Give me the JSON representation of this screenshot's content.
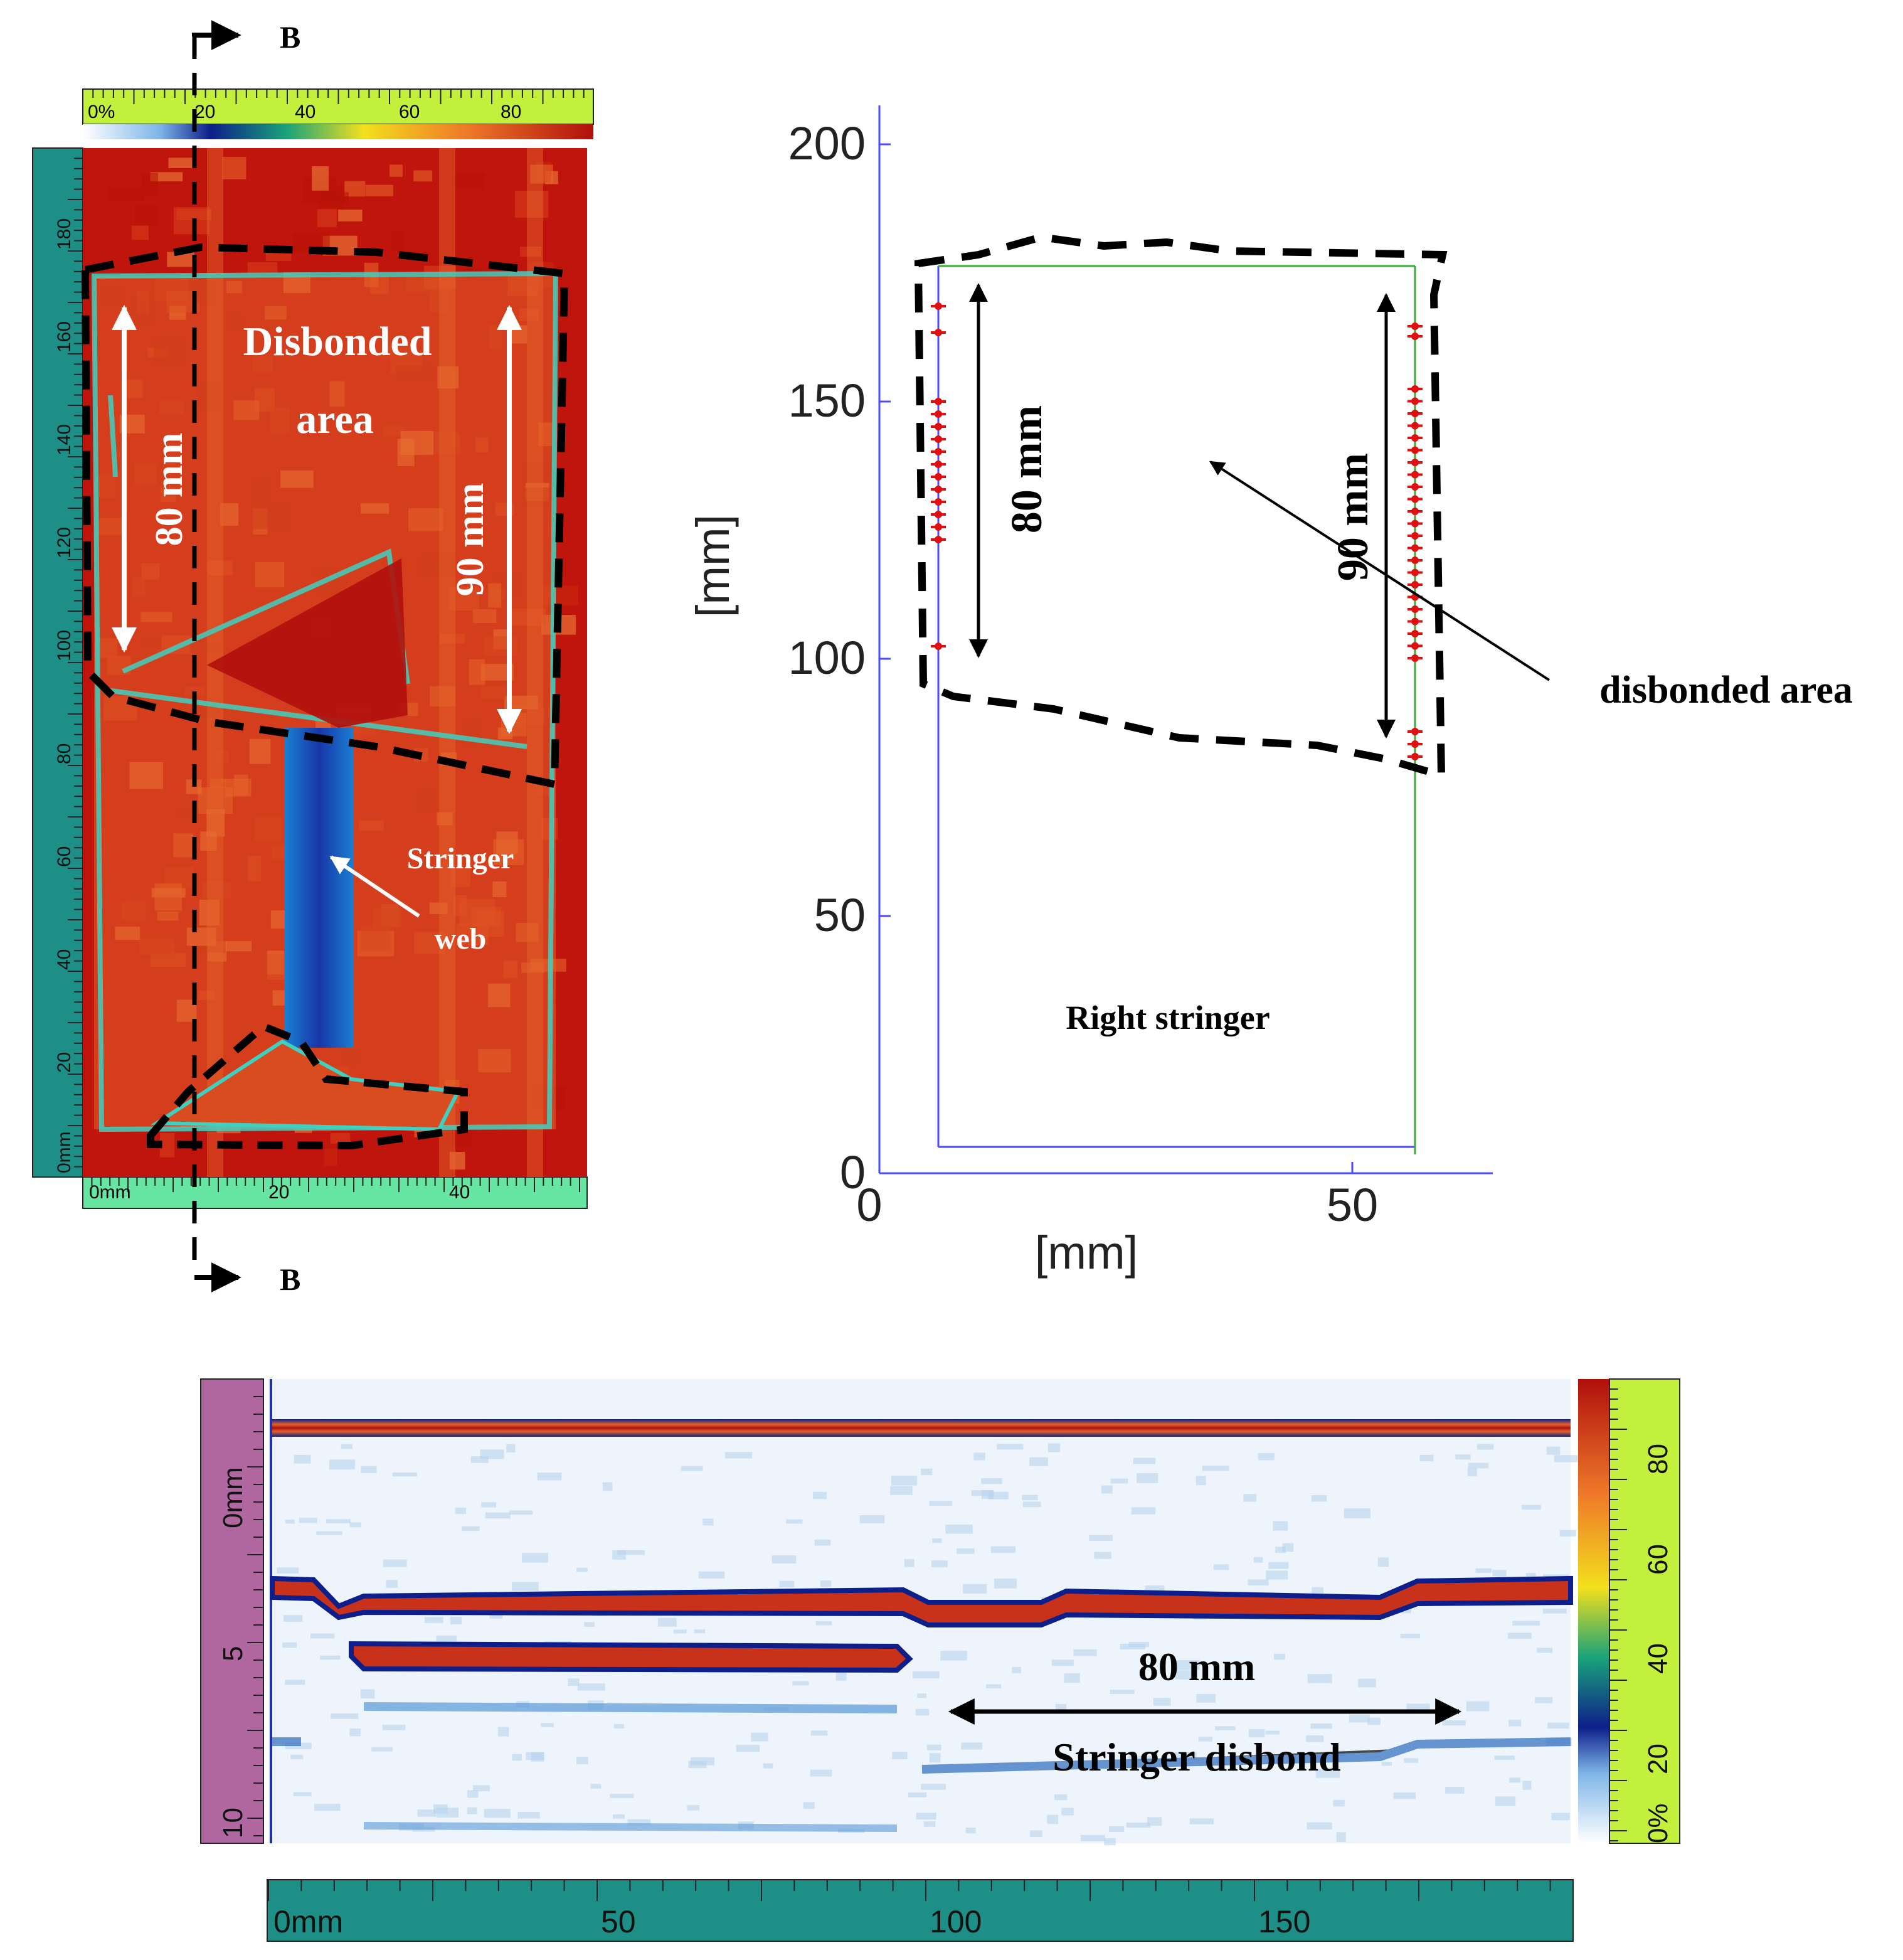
{
  "section_marker": {
    "label_top": "B",
    "label_bottom": "B"
  },
  "cscan": {
    "top_ruler_ticks": [
      "0%",
      "20",
      "40",
      "60",
      "80"
    ],
    "left_ruler_ticks": [
      "0mm",
      "20",
      "40",
      "60",
      "80",
      "100",
      "120",
      "140",
      "160",
      "180"
    ],
    "bottom_ruler_ticks": [
      "0mm",
      "20",
      "40"
    ],
    "label_disbonded_1": "Disbonded",
    "label_disbonded_2": "area",
    "label_80": "80 mm",
    "label_90": "90 mm",
    "label_stringer": "Stringer",
    "label_web": "web"
  },
  "plot": {
    "ylabel": "[mm]",
    "xlabel": "[mm]",
    "y_ticks": [
      "0",
      "50",
      "100",
      "150",
      "200"
    ],
    "x_ticks": [
      "0",
      "50"
    ],
    "label_80": "80 mm",
    "label_90": "90 mm",
    "label_disbonded": "disbonded area",
    "label_right_stringer": "Right stringer"
  },
  "bscan": {
    "left_ruler_ticks": [
      "0mm",
      "5",
      "10"
    ],
    "bottom_ruler_ticks": [
      "0mm",
      "50",
      "100",
      "150"
    ],
    "colorbar_ticks": [
      "0%",
      "20",
      "40",
      "60",
      "80"
    ],
    "label_80": "80 mm",
    "label_disbond": "Stringer disbond"
  },
  "colors": {
    "scan_red": "#c0150c",
    "scan_orange": "#e3612a",
    "scan_blue": "#1f3fb0",
    "ruler_lime": "#c2f03c",
    "ruler_teal": "#1d8f86",
    "ruler_mint": "#66e6a2",
    "ruler_purple": "#b0669e",
    "plot_blue_line": "#4b4bff",
    "plot_green_line": "#3aa83a",
    "points_red": "#e01010"
  }
}
